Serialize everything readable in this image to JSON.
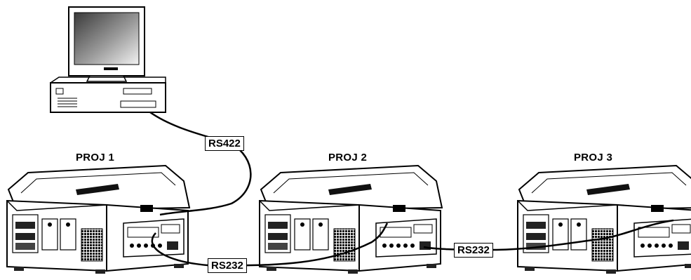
{
  "projectors": [
    {
      "label": "PROJ 1"
    },
    {
      "label": "PROJ 2"
    },
    {
      "label": "PROJ 3"
    }
  ],
  "cables": {
    "pc_link": "RS422",
    "link_1_2": "RS232",
    "link_2_3": "RS232"
  },
  "icons": [
    "computer-icon",
    "projector-icon"
  ]
}
